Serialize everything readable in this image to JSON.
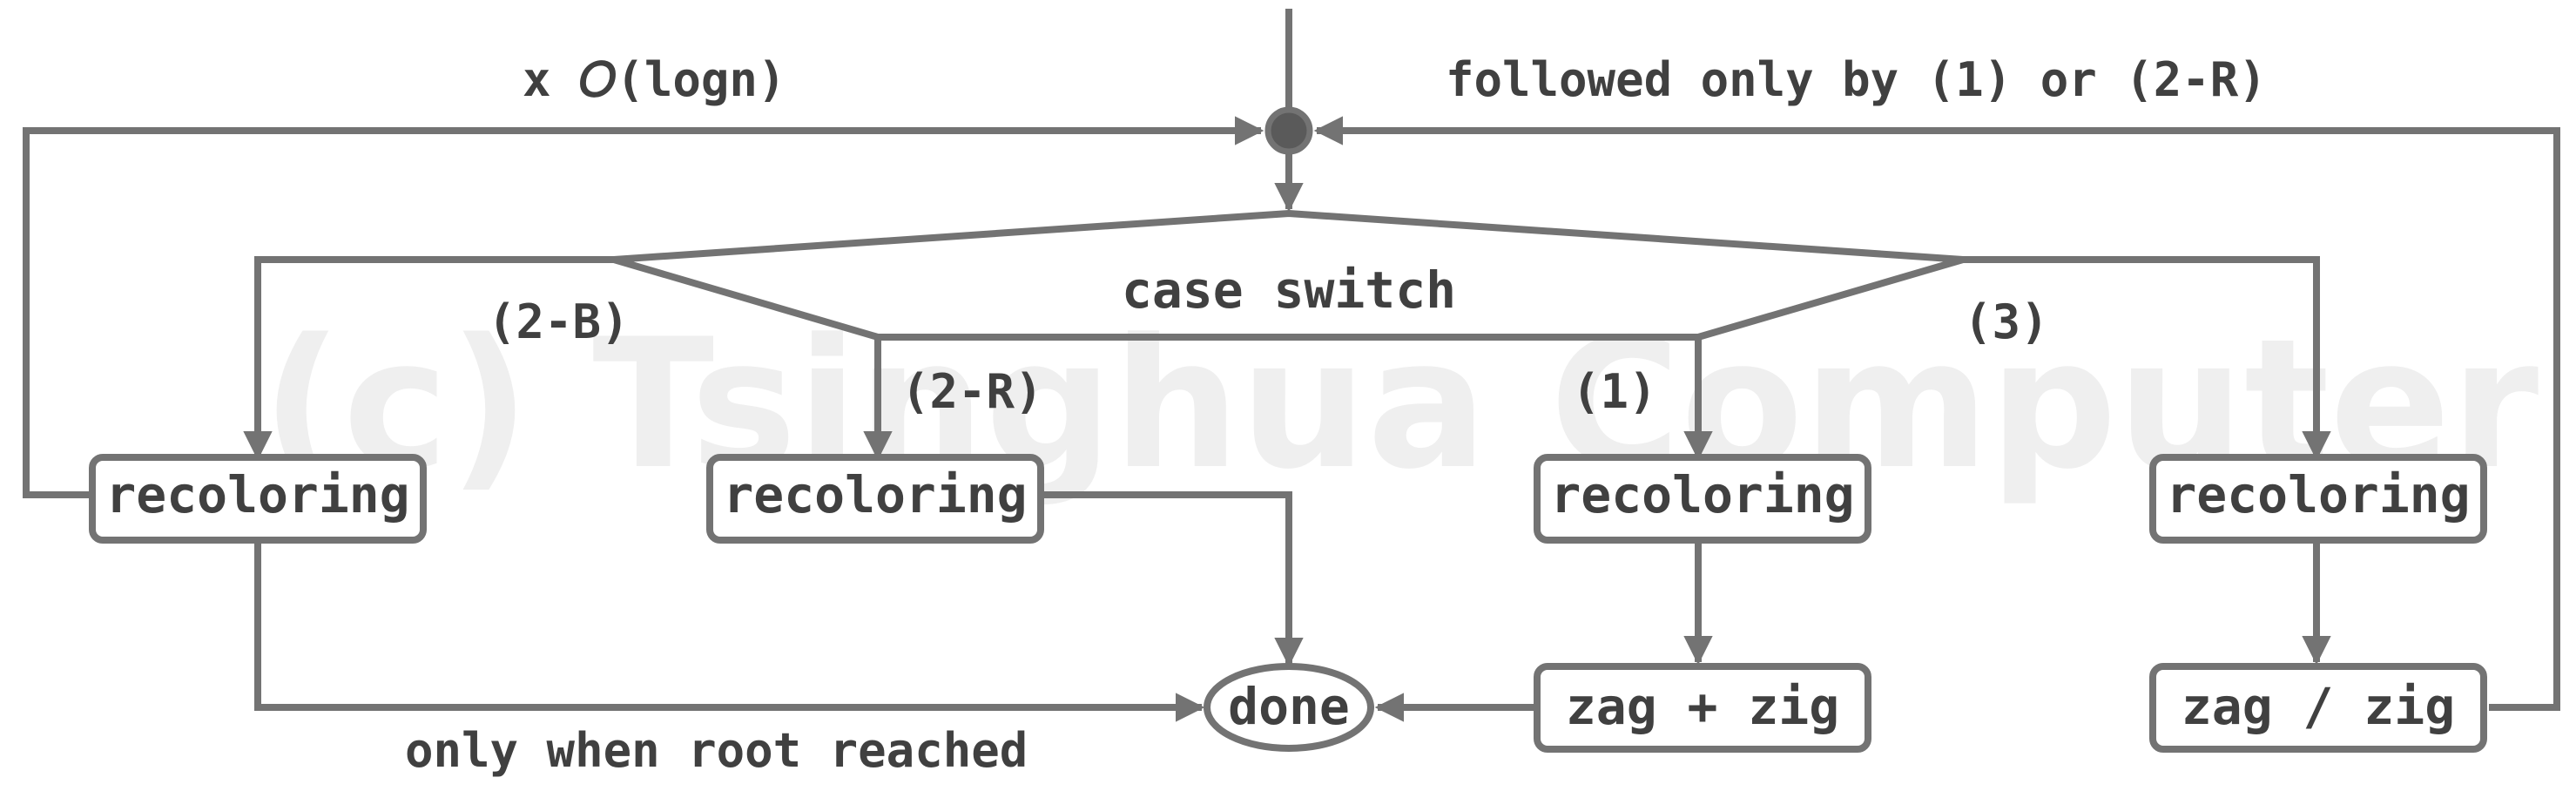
{
  "watermark": "(c) Tsinghua Computer",
  "labels": {
    "loop_count": "x 𝑂(logn)",
    "followed_by": "followed only by (1) or (2-R)",
    "case_switch": "case switch",
    "case_2b": "(2-B)",
    "case_2r": "(2-R)",
    "case_1": "(1)",
    "case_3": "(3)",
    "root_note": "only when root reached"
  },
  "nodes": {
    "recoloring_2b": "recoloring",
    "recoloring_2r": "recoloring",
    "recoloring_1": "recoloring",
    "recoloring_3": "recoloring",
    "done": "done",
    "zag_plus_zig": "zag + zig",
    "zag_or_zig": "zag / zig"
  },
  "colors": {
    "stroke": "#737373",
    "text": "#404040",
    "watermark": "#efefef",
    "junction": "#5a5a5a"
  }
}
